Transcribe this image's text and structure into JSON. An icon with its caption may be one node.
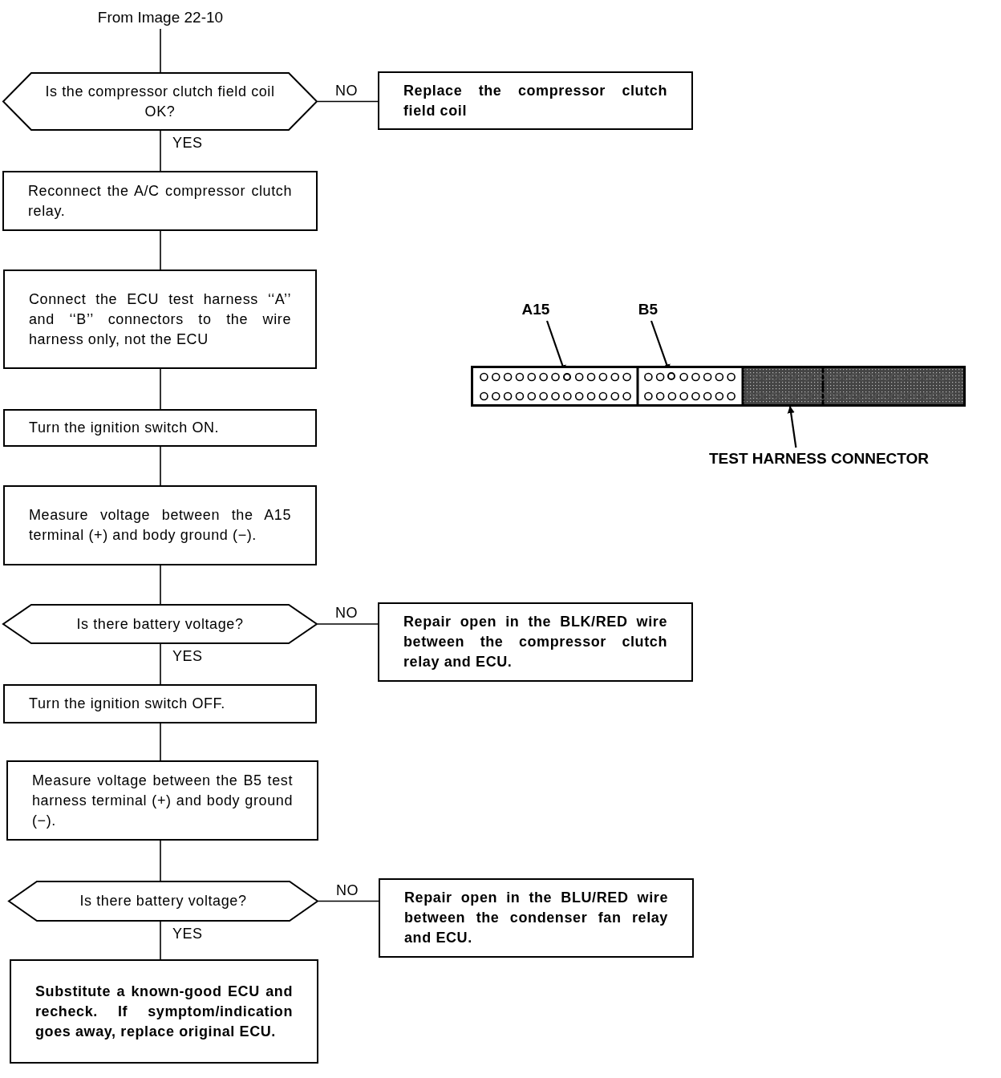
{
  "diagram": {
    "nodes": [
      {
        "text": [
          "From Image 22-10"
        ]
      },
      {
        "text": [
          "Is the compressor clutch field coil OK?"
        ]
      },
      {
        "text": [
          "Replace the compressor clutch field coil"
        ]
      },
      {
        "text": [
          "Reconnect the A/C compressor clutch relay."
        ]
      },
      {
        "text": [
          "Connect the ECU test harness ‘‘A’’ and ‘‘B’’ connectors to the wire harness only, not the ECU"
        ]
      },
      {
        "text": [
          "Turn the ignition switch ON."
        ]
      },
      {
        "text": [
          "Measure voltage between the A15 terminal (+) and body ground (−)."
        ]
      },
      {
        "text": [
          "Is there battery voltage?"
        ]
      },
      {
        "text": [
          "Repair open in the BLK/RED wire between the compressor clutch relay and ECU."
        ]
      },
      {
        "text": [
          "Turn the ignition switch OFF."
        ]
      },
      {
        "text": [
          "Measure voltage between the B5 test harness terminal (+) and body ground (−)."
        ]
      },
      {
        "text": [
          "Is there battery voltage?"
        ]
      },
      {
        "text": [
          "Repair open in the BLU/RED wire between the condenser fan relay and ECU."
        ]
      },
      {
        "text": [
          "Substitute a known-good ECU and recheck. If symptom/indication goes away, replace original ECU."
        ]
      },
      {
        "text": [
          "A15"
        ]
      },
      {
        "text": [
          "B5"
        ]
      },
      {
        "text": [
          "TEST HARNESS CONNECTOR"
        ]
      },
      {
        "text": [],
        "shape": "box"
      },
      {
        "text": [],
        "shape": "circle",
        "in": 17
      },
      {
        "text": [],
        "shape": "circle",
        "in": 17
      }
    ],
    "edges": [
      {
        "from": 0,
        "to": 1,
        "arrow": "none"
      },
      {
        "from": 1,
        "to": 2,
        "arrow": "none",
        "label": "NO"
      },
      {
        "from": 1,
        "to": 3,
        "arrow": "none",
        "label": "YES"
      },
      {
        "from": 3,
        "to": 4,
        "arrow": "none"
      },
      {
        "from": 4,
        "to": 5,
        "arrow": "none"
      },
      {
        "from": 5,
        "to": 6,
        "arrow": "none"
      },
      {
        "from": 6,
        "to": 7,
        "arrow": "none"
      },
      {
        "from": 7,
        "to": 8,
        "arrow": "none",
        "label": "NO"
      },
      {
        "from": 7,
        "to": 9,
        "arrow": "none",
        "label": "YES"
      },
      {
        "from": 9,
        "to": 10,
        "arrow": "none"
      },
      {
        "from": 10,
        "to": 11,
        "arrow": "none"
      },
      {
        "from": 11,
        "to": 12,
        "arrow": "none",
        "label": "NO"
      },
      {
        "from": 11,
        "to": 13,
        "arrow": "none",
        "label": "YES"
      },
      {
        "from": 14,
        "to": 18,
        "arrow": "to"
      },
      {
        "from": 15,
        "to": 19,
        "arrow": "to"
      },
      {
        "from": 16,
        "to": 17,
        "arrow": "to"
      }
    ]
  }
}
